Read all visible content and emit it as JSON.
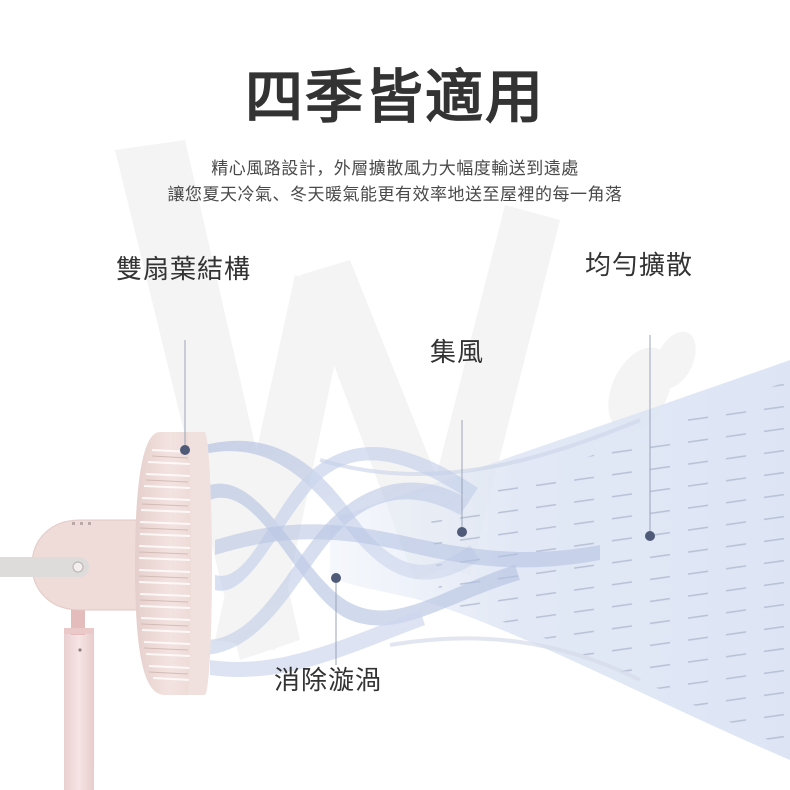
{
  "heading": {
    "title": "四季皆適用",
    "subtitle_lines": [
      "精心風路設計，外層擴散風力大幅度輸送到遠處",
      "讓您夏天冷氣、冬天暖氣能更有效率地送至屋裡的每一角落"
    ]
  },
  "callouts": {
    "dual_blade": "雙扇葉結構",
    "even_diffusion": "均勻擴散",
    "concentrated_wind": "集風",
    "eliminate_vortex": "消除漩渦"
  },
  "icons": {
    "fan": "pink-circulator-fan",
    "airflow": "blue-airflow-ribbons",
    "watermark": "W-watermark"
  },
  "colors": {
    "title_text": "#333333",
    "fan_body": "#efd9d6",
    "fan_shadow": "#d9bcb8",
    "airflow_blue": "#b9c7e4",
    "airflow_light": "#dfe6f4",
    "callout_dot": "#4f5a78",
    "callout_line": "#9aa3b8"
  }
}
